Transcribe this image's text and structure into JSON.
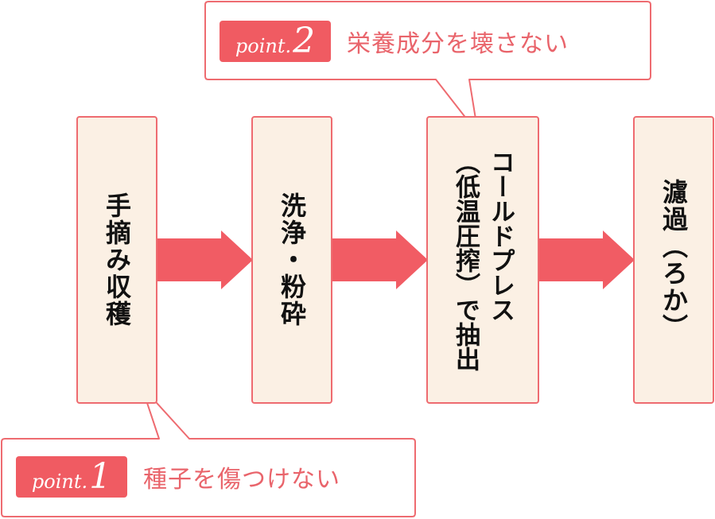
{
  "steps": [
    {
      "label": "手摘み収穫"
    },
    {
      "label": "洗浄・粉砕"
    },
    {
      "label": "コールドプレス\n（低温圧搾）で抽出"
    },
    {
      "label": "濾過（ろか）"
    }
  ],
  "callouts": {
    "point1": {
      "badge_word": "point.",
      "badge_num": "1",
      "text": "種子を傷つけない"
    },
    "point2": {
      "badge_word": "point.",
      "badge_num": "2",
      "text": "栄養成分を壊さない"
    }
  },
  "colors": {
    "accent": "#ee6b70",
    "badge": "#f05b62",
    "step_fill": "#fbf0e4",
    "arrow": "#f15c64"
  }
}
